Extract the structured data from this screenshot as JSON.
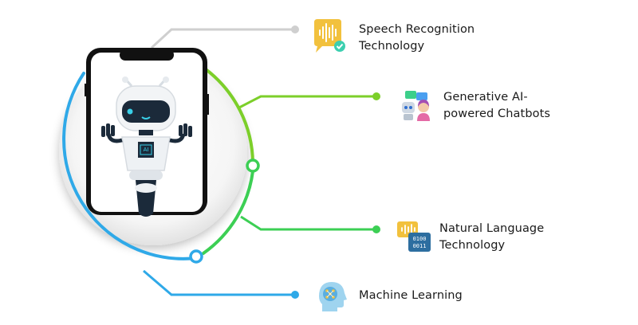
{
  "features": [
    {
      "id": "speech",
      "label": "Speech Recognition\nTechnology",
      "icon": "speech-waveform-chat-icon",
      "dot_color": "#cfcfcf"
    },
    {
      "id": "chatbots",
      "label": "Generative AI-\npowered Chatbots",
      "icon": "robot-and-person-chat-icon",
      "dot_color": "#7ccf2a"
    },
    {
      "id": "nlt",
      "label": "Natural Language\nTechnology",
      "icon": "language-binary-icon",
      "dot_color": "#3ccf54"
    },
    {
      "id": "ml",
      "label": "Machine Learning",
      "icon": "brain-head-icon",
      "dot_color": "#2fa9e8"
    }
  ],
  "center": {
    "chip_text": "AI",
    "phone_icon": "smartphone-icon",
    "robot_icon": "ai-robot-icon"
  },
  "colors": {
    "grey_line": "#cfcfcf",
    "lime_line": "#7ccf2a",
    "green_line": "#3ccf54",
    "blue_line": "#2fa9e8",
    "phone_frame": "#111111",
    "robot_dark": "#1b2a3a",
    "robot_accent": "#39d0e8"
  }
}
